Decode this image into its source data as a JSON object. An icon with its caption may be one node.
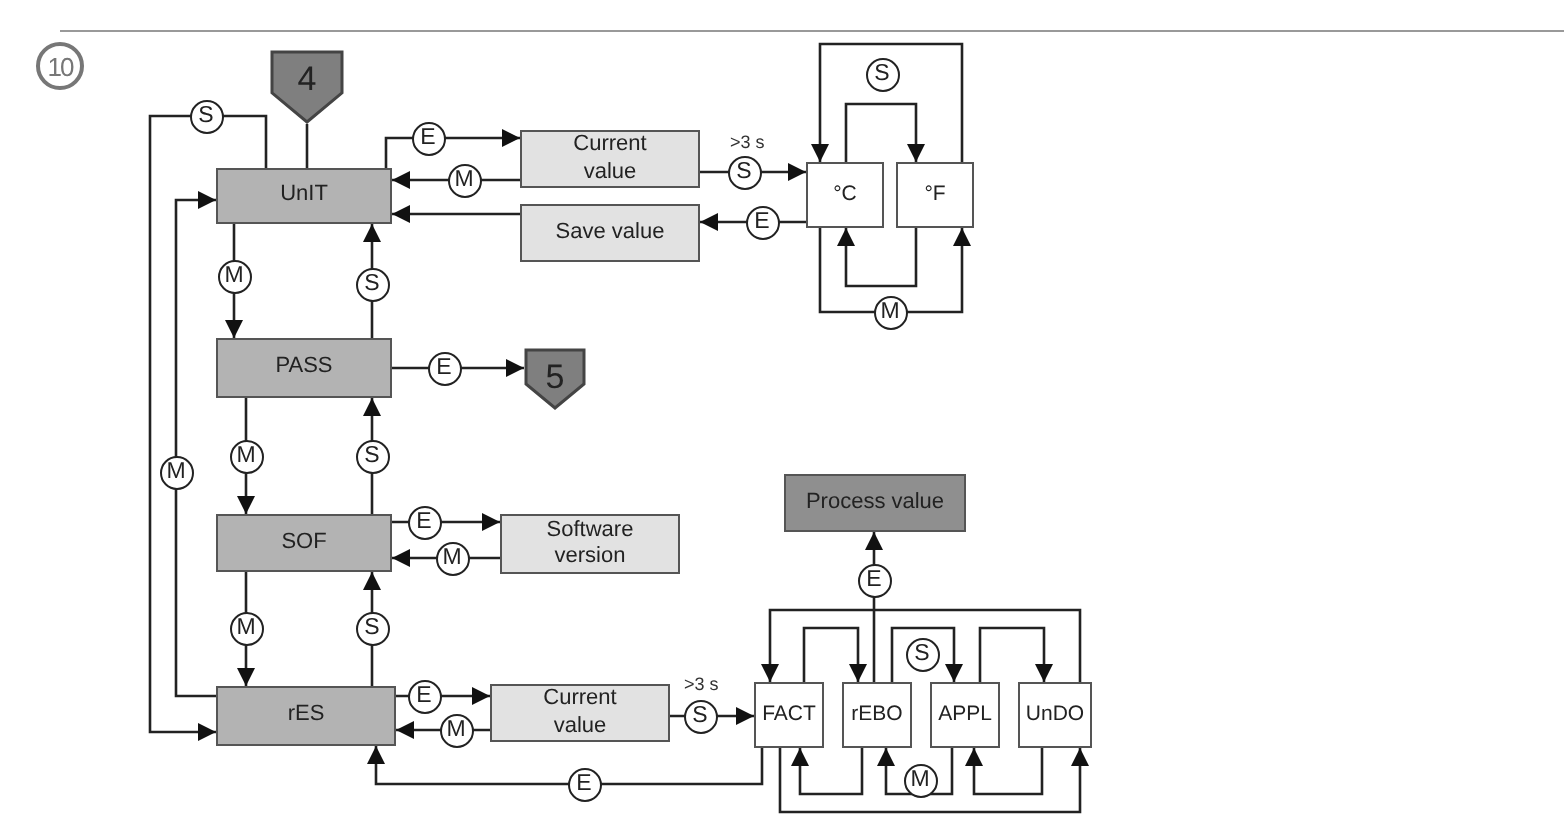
{
  "diagram": {
    "nodes": [
      {
        "text": [
          "UnIT"
        ]
      },
      {
        "text": [
          "4"
        ]
      },
      {
        "text": [
          "Current value"
        ]
      },
      {
        "text": [
          "Save value"
        ]
      },
      {
        "text": [
          "°C"
        ]
      },
      {
        "text": [
          "°F"
        ]
      },
      {
        "text": [
          "PASS"
        ]
      },
      {
        "text": [
          "5"
        ]
      },
      {
        "text": [
          "SOF"
        ]
      },
      {
        "text": [
          "Software version"
        ]
      },
      {
        "text": [
          "rES"
        ]
      },
      {
        "text": [
          "Current value"
        ]
      },
      {
        "text": [
          "Process value"
        ]
      },
      {
        "text": [
          "FACT"
        ]
      },
      {
        "text": [
          "rEBO"
        ]
      },
      {
        "text": [
          "APPL"
        ]
      },
      {
        "text": [
          "UnDO"
        ]
      }
    ],
    "edges": [
      {
        "from": 0,
        "to": 2,
        "arrow": "to",
        "label": "E"
      },
      {
        "from": 2,
        "to": 0,
        "arrow": "to",
        "label": "M"
      },
      {
        "from": 2,
        "to": 4,
        "arrow": "to",
        "label": "S"
      },
      {
        "from": 4,
        "to": 3,
        "arrow": "to",
        "label": "E"
      },
      {
        "from": 3,
        "to": 0,
        "arrow": "to"
      },
      {
        "from": 0,
        "to": 6,
        "arrow": "to",
        "label": "M"
      },
      {
        "from": 6,
        "to": 0,
        "arrow": "to",
        "label": "S"
      },
      {
        "from": 6,
        "to": 7,
        "arrow": "to",
        "label": "E"
      },
      {
        "from": 1,
        "to": 0,
        "arrow": "none"
      },
      {
        "from": 0,
        "to": 10,
        "arrow": "to",
        "label": "S"
      },
      {
        "from": 10,
        "to": 0,
        "arrow": "to",
        "label": "M"
      },
      {
        "from": 6,
        "to": 8,
        "arrow": "to",
        "label": "M"
      },
      {
        "from": 8,
        "to": 6,
        "arrow": "to",
        "label": "S"
      },
      {
        "from": 8,
        "to": 9,
        "arrow": "to",
        "label": "E"
      },
      {
        "from": 9,
        "to": 8,
        "arrow": "to",
        "label": "M"
      },
      {
        "from": 8,
        "to": 10,
        "arrow": "to",
        "label": "M"
      },
      {
        "from": 10,
        "to": 8,
        "arrow": "to",
        "label": "S"
      },
      {
        "from": 10,
        "to": 11,
        "arrow": "to",
        "label": "E"
      },
      {
        "from": 11,
        "to": 10,
        "arrow": "to",
        "label": "M"
      },
      {
        "from": 11,
        "to": 13,
        "arrow": "to",
        "label": "S"
      },
      {
        "from": 13,
        "to": 10,
        "arrow": "to",
        "label": "E"
      },
      {
        "from": 4,
        "to": 5,
        "arrow": "to",
        "label": "S"
      },
      {
        "from": 5,
        "to": 4,
        "arrow": "to"
      },
      {
        "from": 5,
        "to": 4,
        "arrow": "to"
      },
      {
        "from": 4,
        "to": 5,
        "arrow": "to",
        "label": "M"
      },
      {
        "from": 16,
        "to": 13,
        "arrow": "to"
      },
      {
        "from": 13,
        "to": 14,
        "arrow": "to"
      },
      {
        "from": 14,
        "to": 15,
        "arrow": "to",
        "label": "S"
      },
      {
        "from": 15,
        "to": 16,
        "arrow": "to"
      },
      {
        "from": 14,
        "to": 12,
        "arrow": "to",
        "label": "E"
      },
      {
        "from": 13,
        "to": 16,
        "arrow": "to"
      },
      {
        "from": 14,
        "to": 13,
        "arrow": "to"
      },
      {
        "from": 15,
        "to": 14,
        "arrow": "to",
        "label": "M"
      },
      {
        "from": 16,
        "to": 15,
        "arrow": "to"
      }
    ],
    "labels": [
      "10",
      ">3 s",
      ">3 s"
    ]
  }
}
